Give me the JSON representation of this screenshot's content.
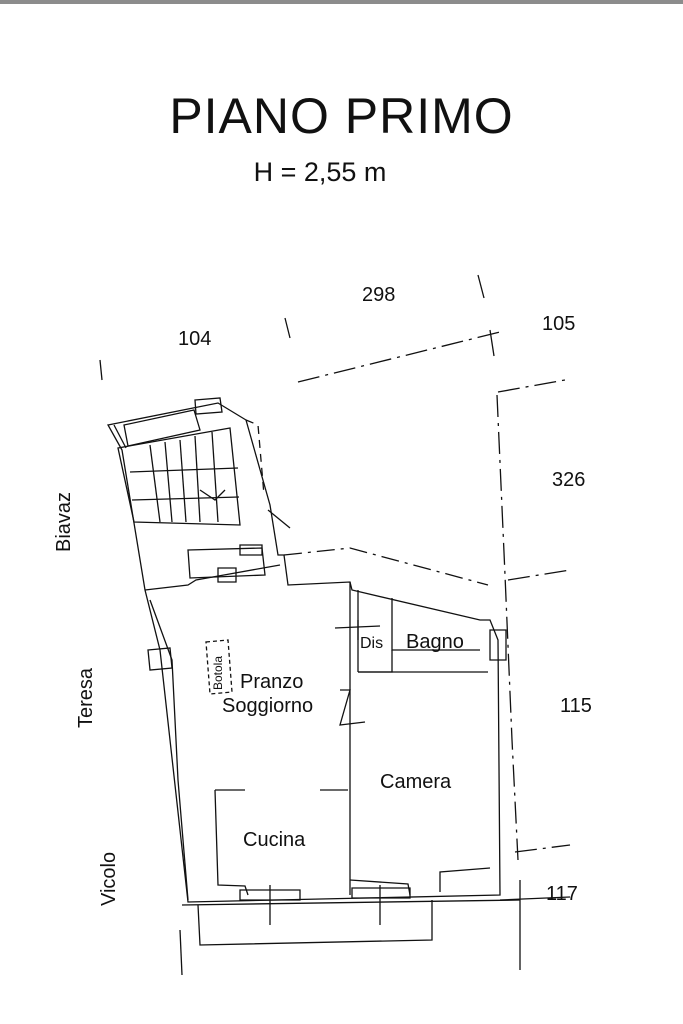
{
  "header": {
    "title": "PIANO PRIMO",
    "subtitle": "H = 2,55 m"
  },
  "street": {
    "words": [
      "Biavaz",
      "Teresa",
      "Vicolo"
    ]
  },
  "dimensions": {
    "d104": "104",
    "d298": "298",
    "d105": "105",
    "d326": "326",
    "d115": "115",
    "d117": "117"
  },
  "rooms": {
    "pranzo": "Pranzo",
    "soggiorno": "Soggiorno",
    "botola": "Botola",
    "dis": "Dis",
    "bagno": "Bagno",
    "camera": "Camera",
    "cucina": "Cucina"
  },
  "colors": {
    "line": "#111111",
    "rule": "#8c8c8c"
  }
}
